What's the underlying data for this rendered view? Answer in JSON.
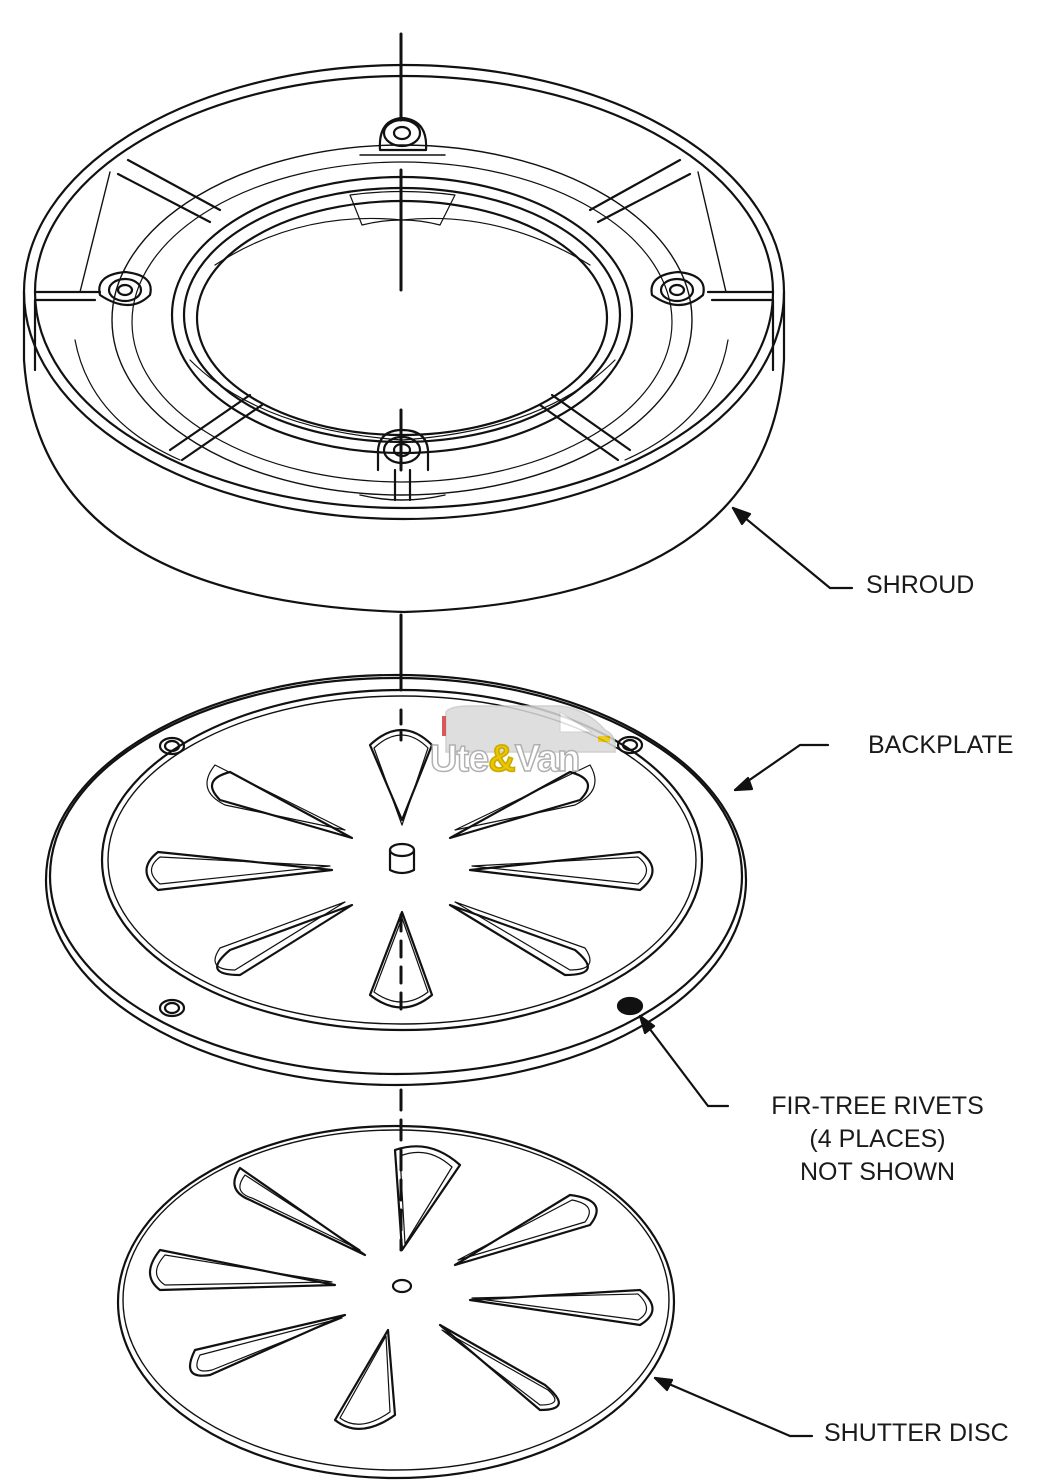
{
  "labels": {
    "shroud": "SHROUD",
    "backplate": "BACKPLATE",
    "rivets_line1": "FIR-TREE RIVETS",
    "rivets_line2": "(4 PLACES)",
    "rivets_line3": "NOT SHOWN",
    "shutter_disc": "SHUTTER DISC"
  },
  "watermark": {
    "text_part1": "Ute",
    "text_amp": "&",
    "text_part2": "Van"
  },
  "colors": {
    "line": "#111111",
    "watermark": "#bfbfbf",
    "watermark_accent": "#e8c600"
  }
}
